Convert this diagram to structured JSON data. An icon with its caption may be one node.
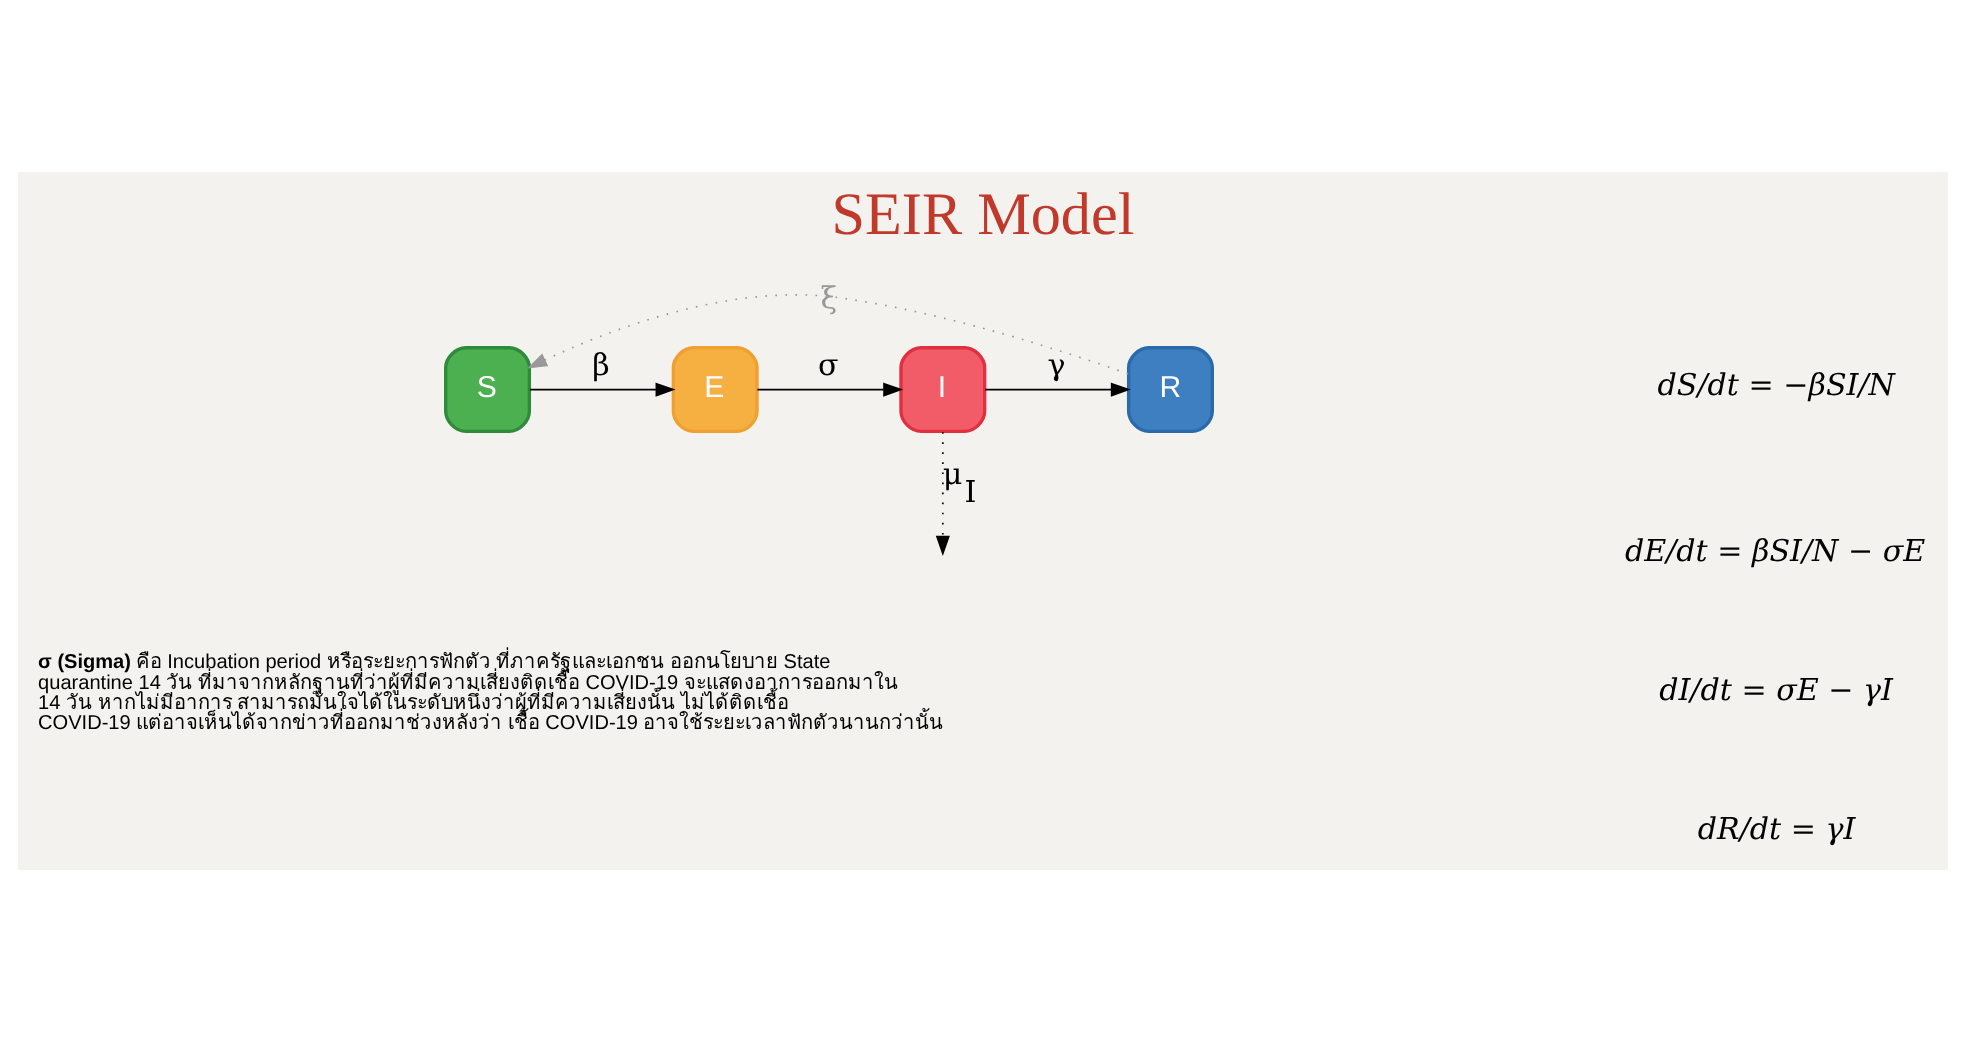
{
  "diagram": {
    "title": "SEIR Model",
    "nodes": [
      {
        "text": [
          "S"
        ]
      },
      {
        "text": [
          "E"
        ]
      },
      {
        "text": [
          "I"
        ]
      },
      {
        "text": [
          "R"
        ]
      }
    ],
    "edges": [
      {
        "from": 0,
        "to": 1,
        "arrow": "to",
        "label": "β"
      },
      {
        "from": 1,
        "to": 2,
        "arrow": "to",
        "label": "σ"
      },
      {
        "from": 2,
        "to": 3,
        "arrow": "to",
        "label": "γ"
      },
      {
        "from": 3,
        "to": 0,
        "arrow": "to",
        "label": "ξ",
        "style": "dashed",
        "color": "#999999"
      },
      {
        "from": 2,
        "to": null,
        "arrow": "to",
        "label": "μ$_{I}$",
        "style": "dashed"
      }
    ],
    "labels": [
      "dS/dt = −βSI/N",
      "dE/dt = βSI/N − σE",
      "dI/dt = σE − γI",
      "dR/dt = γI",
      "**σ (Sigma)** คือ Incubation period หรือระยะการฟักตัว ที่ภาครัฐและเอกชน ออกนโยบาย State quarantine 14 วัน ที่มาจากหลักฐานที่ว่าผู้ที่มีความเสี่ยงติดเชื้อ COVID-19 จะแสดงอาการออกมาใน 14 วัน หากไม่มีอาการ สามารถมั่นใจได้ในระดับหนึ่งว่าผู้ที่มีความเสี่ยงนั้น ไม่ได้ติดเชื้อ COVID-19 แต่อาจเห็นได้จากข่าวที่ออกมาช่วงหลังว่า เชื้อ COVID-19 อาจใช้ระยะเวลาฟักตัวนานกว่านั้น"
    ]
  }
}
